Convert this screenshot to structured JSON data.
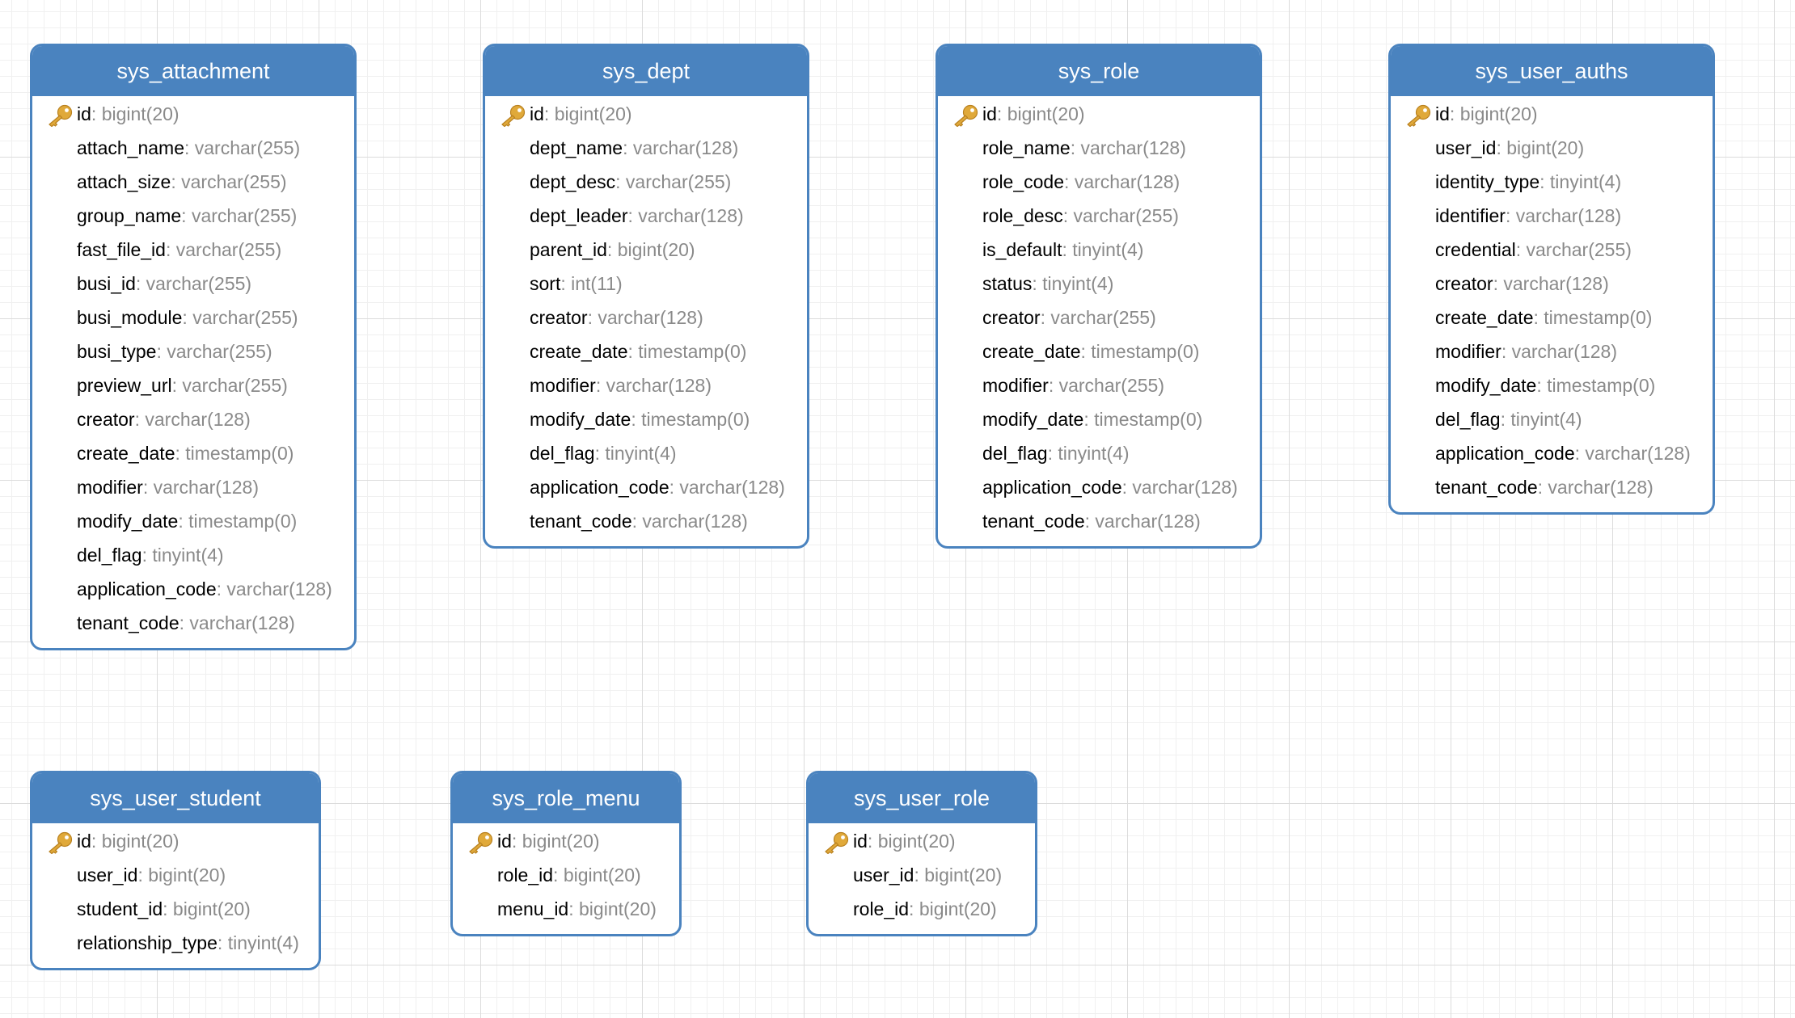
{
  "colors": {
    "header": "#4a83bf",
    "border": "#4a83bf",
    "type_text": "#8a8a8a",
    "key_icon": "#e0a93a"
  },
  "tables": [
    {
      "name": "sys_attachment",
      "fields": [
        {
          "name": "id",
          "type": "bigint(20)",
          "pk": true
        },
        {
          "name": "attach_name",
          "type": "varchar(255)"
        },
        {
          "name": "attach_size",
          "type": "varchar(255)"
        },
        {
          "name": "group_name",
          "type": "varchar(255)"
        },
        {
          "name": "fast_file_id",
          "type": "varchar(255)"
        },
        {
          "name": "busi_id",
          "type": "varchar(255)"
        },
        {
          "name": "busi_module",
          "type": "varchar(255)"
        },
        {
          "name": "busi_type",
          "type": "varchar(255)"
        },
        {
          "name": "preview_url",
          "type": "varchar(255)"
        },
        {
          "name": "creator",
          "type": "varchar(128)"
        },
        {
          "name": "create_date",
          "type": "timestamp(0)"
        },
        {
          "name": "modifier",
          "type": "varchar(128)"
        },
        {
          "name": "modify_date",
          "type": "timestamp(0)"
        },
        {
          "name": "del_flag",
          "type": "tinyint(4)"
        },
        {
          "name": "application_code",
          "type": "varchar(128)"
        },
        {
          "name": "tenant_code",
          "type": "varchar(128)"
        }
      ]
    },
    {
      "name": "sys_dept",
      "fields": [
        {
          "name": "id",
          "type": "bigint(20)",
          "pk": true
        },
        {
          "name": "dept_name",
          "type": "varchar(128)"
        },
        {
          "name": "dept_desc",
          "type": "varchar(255)"
        },
        {
          "name": "dept_leader",
          "type": "varchar(128)"
        },
        {
          "name": "parent_id",
          "type": "bigint(20)"
        },
        {
          "name": "sort",
          "type": "int(11)"
        },
        {
          "name": "creator",
          "type": "varchar(128)"
        },
        {
          "name": "create_date",
          "type": "timestamp(0)"
        },
        {
          "name": "modifier",
          "type": "varchar(128)"
        },
        {
          "name": "modify_date",
          "type": "timestamp(0)"
        },
        {
          "name": "del_flag",
          "type": "tinyint(4)"
        },
        {
          "name": "application_code",
          "type": "varchar(128)"
        },
        {
          "name": "tenant_code",
          "type": "varchar(128)"
        }
      ]
    },
    {
      "name": "sys_role",
      "fields": [
        {
          "name": "id",
          "type": "bigint(20)",
          "pk": true
        },
        {
          "name": "role_name",
          "type": "varchar(128)"
        },
        {
          "name": "role_code",
          "type": "varchar(128)"
        },
        {
          "name": "role_desc",
          "type": "varchar(255)"
        },
        {
          "name": "is_default",
          "type": "tinyint(4)"
        },
        {
          "name": "status",
          "type": "tinyint(4)"
        },
        {
          "name": "creator",
          "type": "varchar(255)"
        },
        {
          "name": "create_date",
          "type": "timestamp(0)"
        },
        {
          "name": "modifier",
          "type": "varchar(255)"
        },
        {
          "name": "modify_date",
          "type": "timestamp(0)"
        },
        {
          "name": "del_flag",
          "type": "tinyint(4)"
        },
        {
          "name": "application_code",
          "type": "varchar(128)"
        },
        {
          "name": "tenant_code",
          "type": "varchar(128)"
        }
      ]
    },
    {
      "name": "sys_user_auths",
      "fields": [
        {
          "name": "id",
          "type": "bigint(20)",
          "pk": true
        },
        {
          "name": "user_id",
          "type": "bigint(20)"
        },
        {
          "name": "identity_type",
          "type": "tinyint(4)"
        },
        {
          "name": "identifier",
          "type": "varchar(128)"
        },
        {
          "name": "credential",
          "type": "varchar(255)"
        },
        {
          "name": "creator",
          "type": "varchar(128)"
        },
        {
          "name": "create_date",
          "type": "timestamp(0)"
        },
        {
          "name": "modifier",
          "type": "varchar(128)"
        },
        {
          "name": "modify_date",
          "type": "timestamp(0)"
        },
        {
          "name": "del_flag",
          "type": "tinyint(4)"
        },
        {
          "name": "application_code",
          "type": "varchar(128)"
        },
        {
          "name": "tenant_code",
          "type": "varchar(128)"
        }
      ]
    },
    {
      "name": "sys_user_student",
      "fields": [
        {
          "name": "id",
          "type": "bigint(20)",
          "pk": true
        },
        {
          "name": "user_id",
          "type": "bigint(20)"
        },
        {
          "name": "student_id",
          "type": "bigint(20)"
        },
        {
          "name": "relationship_type",
          "type": "tinyint(4)"
        }
      ]
    },
    {
      "name": "sys_role_menu",
      "fields": [
        {
          "name": "id",
          "type": "bigint(20)",
          "pk": true
        },
        {
          "name": "role_id",
          "type": "bigint(20)"
        },
        {
          "name": "menu_id",
          "type": "bigint(20)"
        }
      ]
    },
    {
      "name": "sys_user_role",
      "fields": [
        {
          "name": "id",
          "type": "bigint(20)",
          "pk": true
        },
        {
          "name": "user_id",
          "type": "bigint(20)"
        },
        {
          "name": "role_id",
          "type": "bigint(20)"
        }
      ]
    }
  ]
}
